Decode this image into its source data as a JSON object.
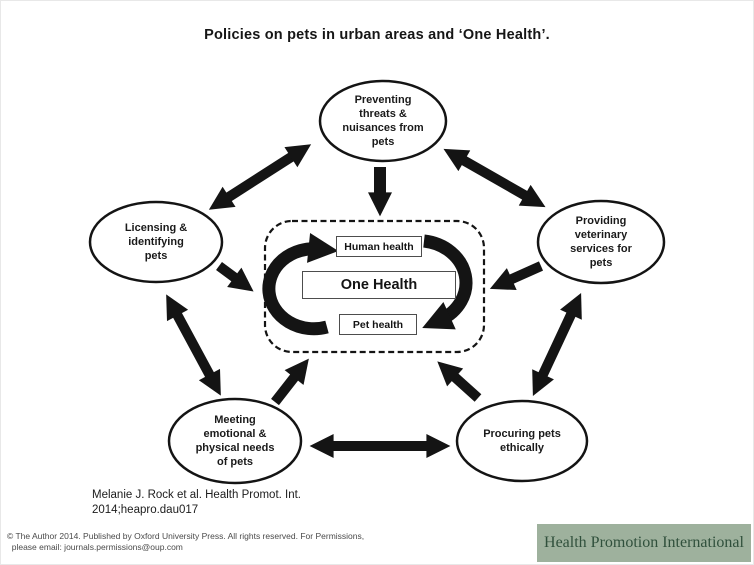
{
  "title": "Policies on pets in urban areas and ‘One Health’.",
  "diagram": {
    "nodes": {
      "top": {
        "label": "Preventing\nthreats &\nnuisances from\npets"
      },
      "left": {
        "label": "Licensing &\nidentifying\npets"
      },
      "right": {
        "label": "Providing\nveterinary\nservices for\npets"
      },
      "bottom_left": {
        "label": "Meeting\nemotional &\nphysical needs\nof pets"
      },
      "bottom_right": {
        "label": "Procuring pets\nethically"
      }
    },
    "center": {
      "human_label": "Human health",
      "one_health_label": "One Health",
      "pet_label": "Pet health"
    },
    "colors": {
      "line": "#141414"
    }
  },
  "footer": {
    "citation": "Melanie J. Rock et al. Health Promot. Int.\n2014;heapro.dau017",
    "copyright": "© The Author 2014. Published by Oxford University Press. All rights reserved. For Permissions,\n  please email: journals.permissions@oup.com",
    "journal_badge": {
      "label": "Health Promotion International",
      "bg": "#9EB19D",
      "fg": "#30503C"
    }
  }
}
